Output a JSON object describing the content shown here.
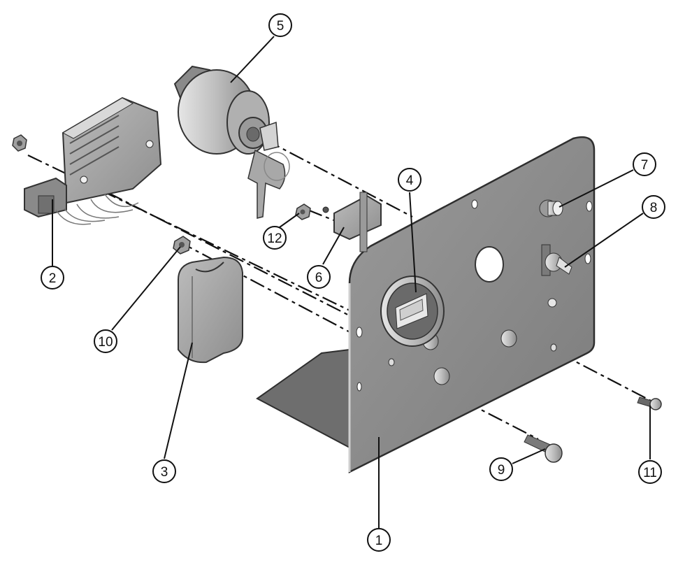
{
  "callouts": [
    {
      "id": "1",
      "label": "1"
    },
    {
      "id": "2",
      "label": "2"
    },
    {
      "id": "3",
      "label": "3"
    },
    {
      "id": "4",
      "label": "4"
    },
    {
      "id": "5",
      "label": "5"
    },
    {
      "id": "6",
      "label": "6"
    },
    {
      "id": "7",
      "label": "7"
    },
    {
      "id": "8",
      "label": "8"
    },
    {
      "id": "9",
      "label": "9"
    },
    {
      "id": "10",
      "label": "10"
    },
    {
      "id": "11",
      "label": "11"
    },
    {
      "id": "12",
      "label": "12"
    }
  ],
  "colors": {
    "plate": "#8a8a8a",
    "plate_edge": "#3a3a3a",
    "part_light": "#c4c4c4",
    "part_mid": "#9a9a9a",
    "part_dark": "#5e5e5e",
    "line": "#111111"
  }
}
